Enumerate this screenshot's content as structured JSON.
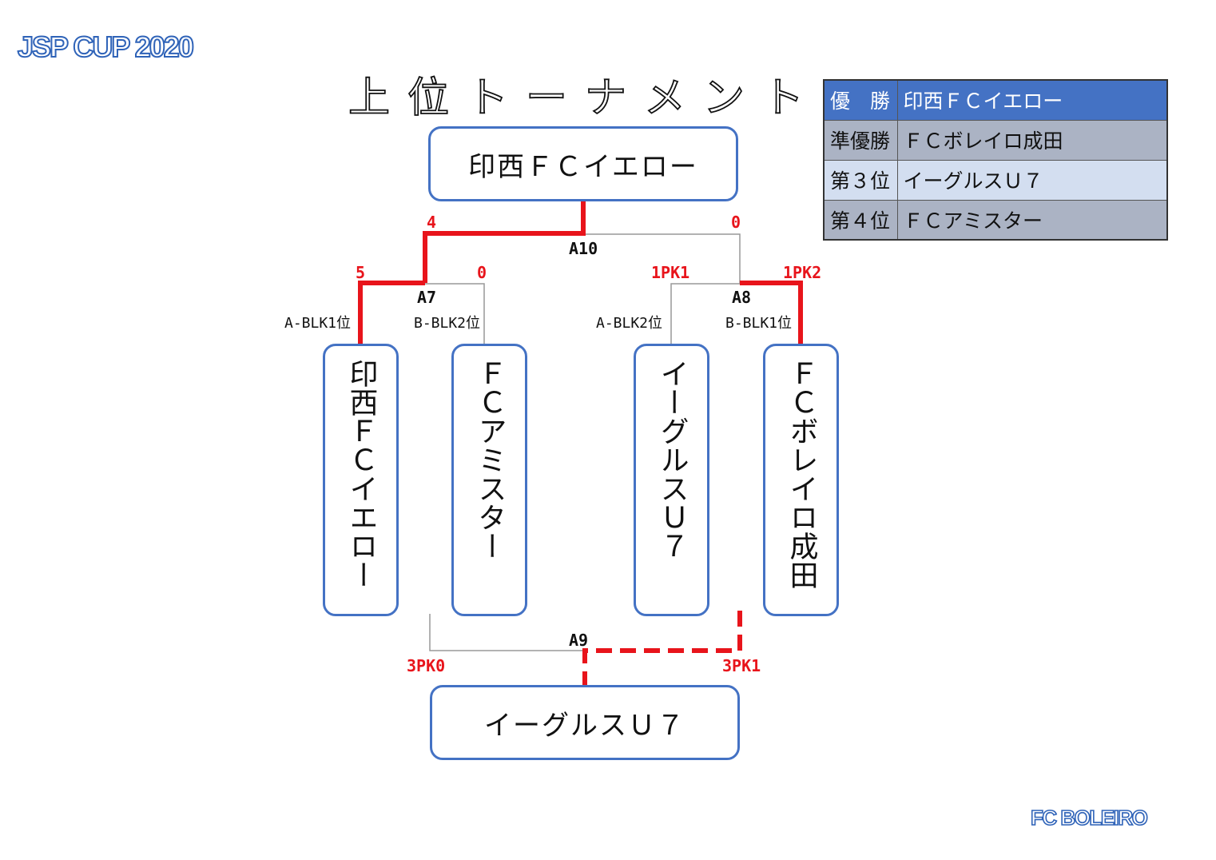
{
  "header": {
    "cup_title": "JSP CUP 2020",
    "main_title": "上位トーナメント"
  },
  "footer": {
    "club": "FC BOLEIRO"
  },
  "results": [
    {
      "rank": "優　勝",
      "team": "印西ＦＣイエロー"
    },
    {
      "rank": "準優勝",
      "team": "ＦＣボレイロ成田"
    },
    {
      "rank": "第３位",
      "team": "イーグルスＵ７"
    },
    {
      "rank": "第４位",
      "team": "ＦＣアミスター"
    }
  ],
  "bracket": {
    "champion": "印西ＦＣイエロー",
    "third_place": "イーグルスＵ７",
    "teams": [
      {
        "name": "印西ＦＣイエロー",
        "seed": "A-BLK1位"
      },
      {
        "name": "ＦＣアミスター",
        "seed": "B-BLK2位"
      },
      {
        "name": "イーグルスＵ７",
        "seed": "A-BLK2位"
      },
      {
        "name": "ＦＣボレイロ成田",
        "seed": "B-BLK1位"
      }
    ],
    "matches": {
      "A7": {
        "label": "A7",
        "score_left": "5",
        "score_right": "0"
      },
      "A8": {
        "label": "A8",
        "score_left": "1PK1",
        "score_right": "1PK2"
      },
      "A10": {
        "label": "A10",
        "score_left": "4",
        "score_right": "0"
      },
      "A9": {
        "label": "A9",
        "score_left": "3PK0",
        "score_right": "3PK1"
      }
    }
  },
  "colors": {
    "winner_line": "#e8141b",
    "normal_line": "#999999",
    "box_border": "#4472c4",
    "table_header": "#4472c4"
  }
}
